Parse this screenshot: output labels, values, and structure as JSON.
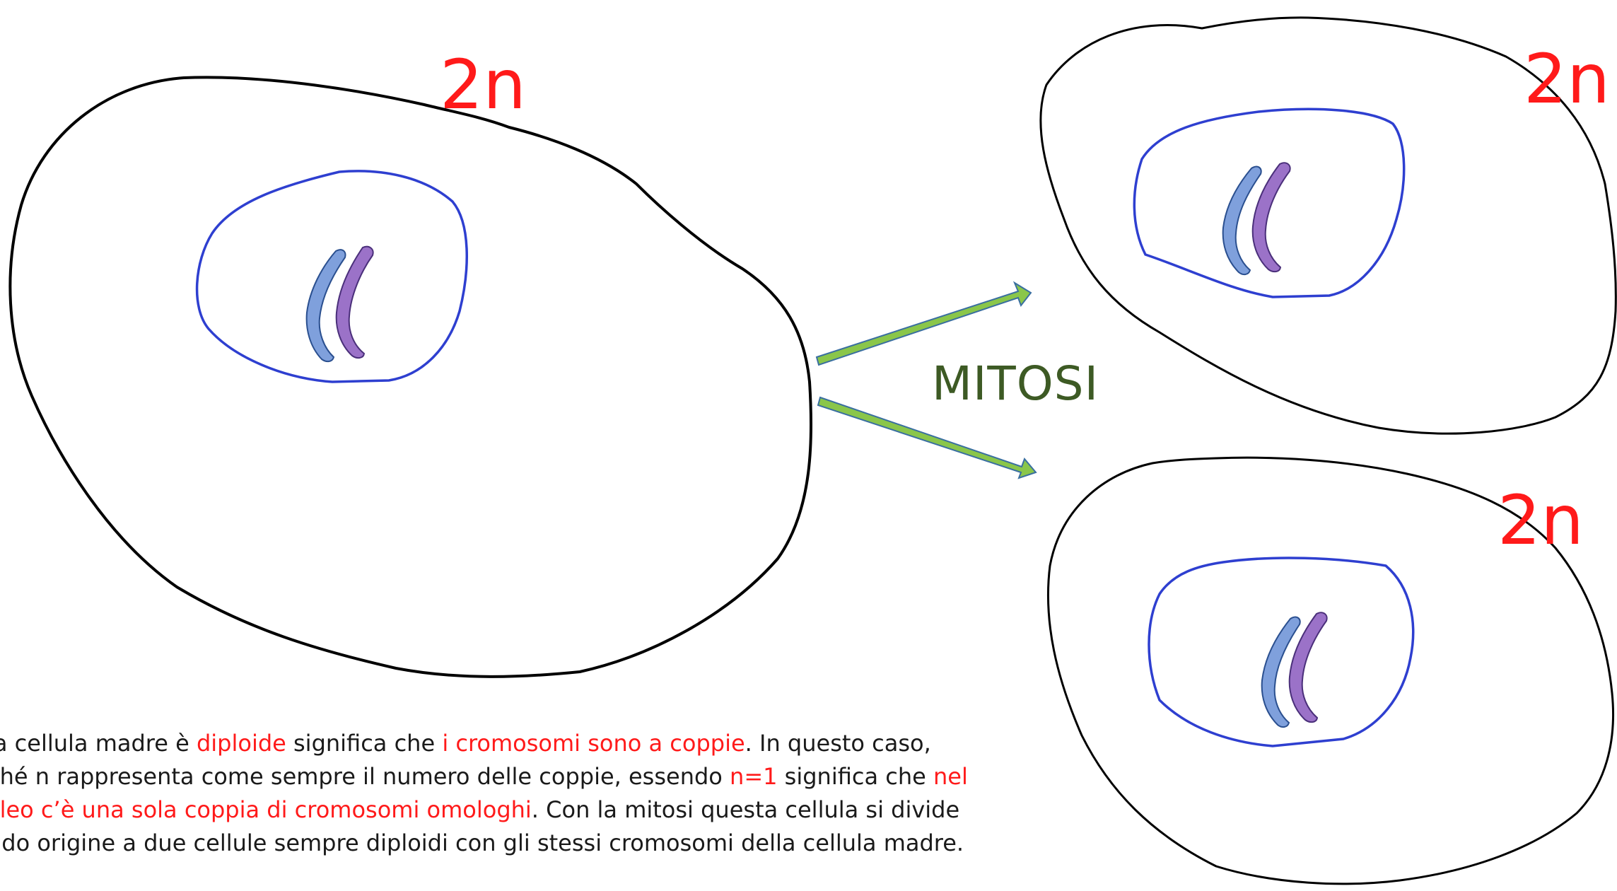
{
  "labels": {
    "mother_ploidy": "2n",
    "daughter1_ploidy": "2n",
    "daughter2_ploidy": "2n",
    "process": "MITOSI"
  },
  "caption": {
    "l1_a": "la cellula madre è ",
    "l1_b": "diploide",
    "l1_c": " significa che ",
    "l1_d": "i cromosomi sono a coppie",
    "l1_e": ". In questo caso,",
    "l2_a": "ché n rappresenta come sempre il numero delle coppie, essendo ",
    "l2_b": "n=1",
    "l2_c": " significa che ",
    "l2_d": "nel",
    "l3_a": "cleo c’è una sola coppia di cromosomi omologhi",
    "l3_b": ". Con la mitosi questa cellula si divide",
    "l4_a": "ndo origine a due cellule sempre diploidi con gli stessi cromosomi della cellula madre."
  },
  "colors": {
    "cell_outline": "#000000",
    "nucleus_outline": "#2e3fd0",
    "chromosome_blue": "#7fa0dc",
    "chromosome_purple": "#9b72c8",
    "arrow_fill": "#8ac64a",
    "arrow_stroke": "#3a6fa0",
    "highlight_text": "#ff1a1a",
    "process_text": "#3d5a24"
  }
}
